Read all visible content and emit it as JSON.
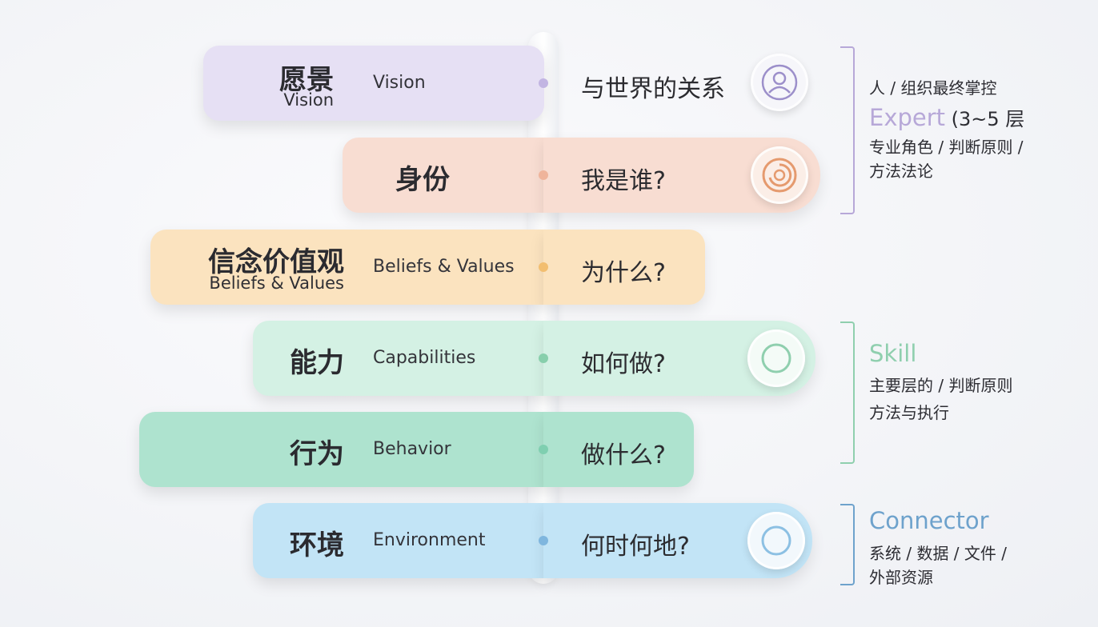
{
  "levels": [
    {
      "zh": "愿景",
      "zh_sub": "Vision",
      "en": "Vision",
      "question": "与世界的关系",
      "icon": "person-icon",
      "color": "#e6e0f4",
      "dot": "#b9a8dc",
      "accent": "#8f7fc4"
    },
    {
      "zh": "身份",
      "zh_sub": "",
      "en": "",
      "question": "我是谁?",
      "icon": "ring-icon",
      "color": "#f8ddd2",
      "dot": "#ecac90",
      "accent": "#e59a6e"
    },
    {
      "zh": "信念价值观",
      "zh_sub": "Beliefs & Values",
      "en": "Beliefs & Values",
      "question": "为什么?",
      "icon": "",
      "color": "#fbe3bf",
      "dot": "#f2be70",
      "accent": ""
    },
    {
      "zh": "能力",
      "zh_sub": "",
      "en": "Capabilities",
      "question": "如何做?",
      "icon": "circle-icon",
      "color": "#d4f1e4",
      "dot": "#88cfac",
      "accent": "#80c9a6"
    },
    {
      "zh": "行为",
      "zh_sub": "",
      "en": "Behavior",
      "question": "做什么?",
      "icon": "",
      "color": "#aee3cf",
      "dot": "#7fcfb0",
      "accent": ""
    },
    {
      "zh": "环境",
      "zh_sub": "",
      "en": "Environment",
      "question": "何时何地?",
      "icon": "circle-icon",
      "color": "#c2e4f6",
      "dot": "#7fb6de",
      "accent": "#8cc0e3"
    }
  ],
  "groups": [
    {
      "title": "Expert",
      "title_suffix": " (3~5 层",
      "lines": [
        "人 / 组织最终掌控",
        "专业角色 / 判断原则 /",
        "方法法论"
      ],
      "color": "#b7a8d8"
    },
    {
      "title": "Skill",
      "title_suffix": "",
      "lines": [
        "主要层的 / 判断原则",
        "方法与执行"
      ],
      "color": "#8fcfae"
    },
    {
      "title": "Connector",
      "title_suffix": "",
      "lines": [
        "系统 / 数据 / 文件 /",
        "外部资源"
      ],
      "color": "#6ea2cc"
    }
  ]
}
